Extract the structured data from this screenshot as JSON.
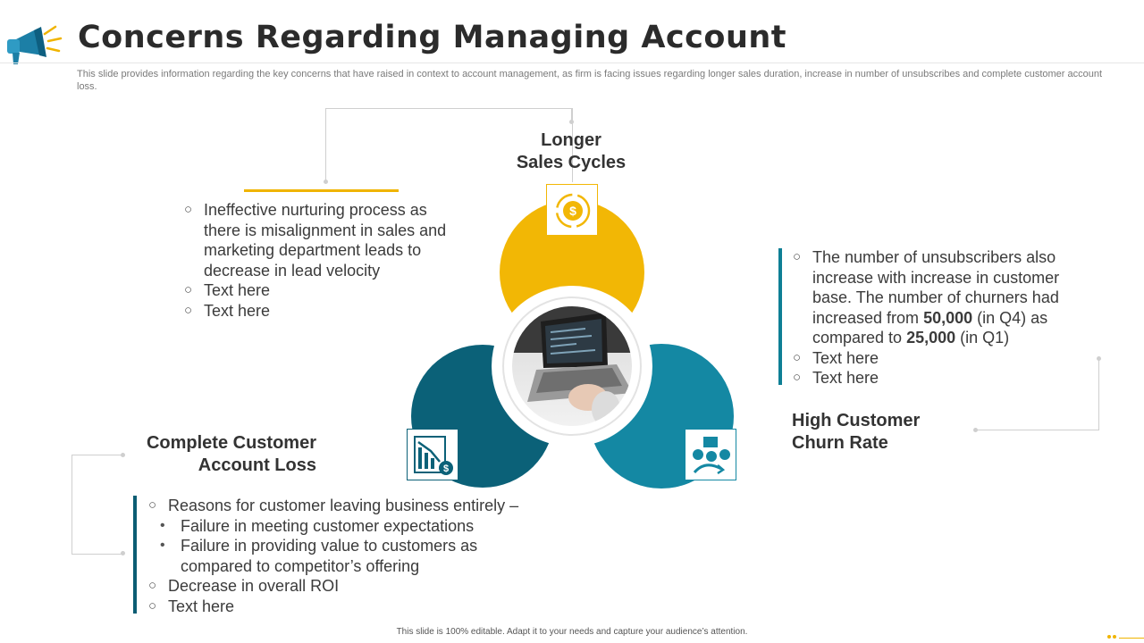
{
  "header": {
    "title": "Concerns Regarding Managing Account",
    "subtitle": "This slide provides information regarding the key concerns that have raised in context to account management, as firm is facing issues regarding longer sales duration, increase in number of unsubscribes and complete customer account loss."
  },
  "colors": {
    "accent_yellow": "#f0b400",
    "teal": "#1488a3",
    "dark_teal": "#0b6178"
  },
  "sections": {
    "sales_cycles": {
      "heading_line1": "Longer",
      "heading_line2": "Sales Cycles",
      "icon": "dollar-coin-icon",
      "bullets": [
        "Ineffective nurturing process as there is misalignment in sales and marketing department leads to decrease in lead velocity",
        "Text here",
        "Text here"
      ]
    },
    "churn": {
      "heading_line1": "High Customer",
      "heading_line2": "Churn Rate",
      "icon": "customer-feedback-icon",
      "bullet1_part1": "The number of unsubscribers also increase with increase in customer base. The number of churners had increased from ",
      "bullet1_num1": "50,000",
      "bullet1_part2": " (in Q4) as compared to ",
      "bullet1_num2": "25,000",
      "bullet1_part3": " (in Q1)",
      "bullets_rest": [
        "Text here",
        "Text here"
      ]
    },
    "account_loss": {
      "heading_line1": "Complete Customer",
      "heading_line2": "Account Loss",
      "icon": "declining-chart-icon",
      "bullet_main": "Reasons for customer leaving business entirely –",
      "sub_bullets": [
        "Failure in meeting customer expectations",
        "Failure in providing value to customers as compared to competitor’s offering"
      ],
      "bullets_rest": [
        "Decrease in overall ROI",
        "Text here"
      ]
    }
  },
  "center_image": "laptop-typing-photo",
  "footer": {
    "text": "This slide is 100% editable. Adapt it to your needs and capture your audience’s attention."
  }
}
